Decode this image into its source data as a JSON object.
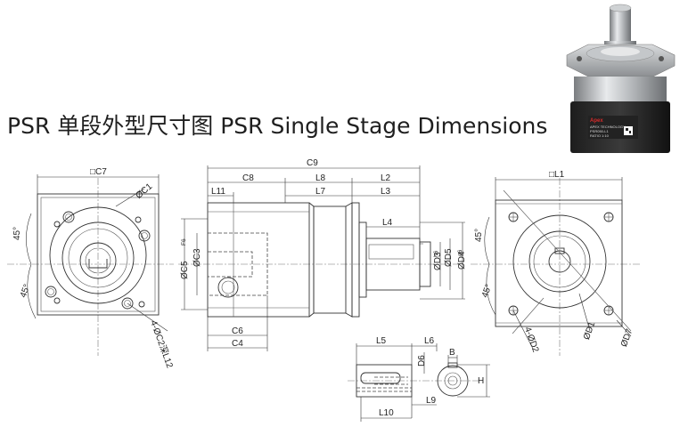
{
  "title": "PSR 单段外型尺寸图 PSR Single Stage Dimensions",
  "product_label": {
    "brand": "Apex",
    "line1": "APEX TECHNOLOGY",
    "line2": "PSR050-L1",
    "line3": "RATIO 1:10"
  },
  "labels": {
    "c7": "□C7",
    "c1": "ØC1",
    "angle_top": "45°",
    "angle_bottom": "45°",
    "c2": "4-ØC2深L12",
    "c9": "C9",
    "c8": "C8",
    "l8": "L8",
    "l2": "L2",
    "l11": "L11",
    "l7": "L7",
    "l3": "L3",
    "l4": "L4",
    "c5": "ØC5",
    "f6": "F6",
    "c3": "ØC3",
    "d3": "ØD3",
    "h6": "h6",
    "d5": "ØD5",
    "d4": "ØD4",
    "g6": "g6",
    "c6": "C6",
    "c4": "C4",
    "l1": "□L1",
    "angle_right": "45°",
    "angle_right_bottom": "45°",
    "d2": "4-ØD2",
    "d1": "ØD1",
    "d7": "ØD7",
    "l5": "L5",
    "l6": "L6",
    "d6": "D6",
    "b": "B",
    "h": "H",
    "l9": "L9",
    "l10": "L10"
  }
}
